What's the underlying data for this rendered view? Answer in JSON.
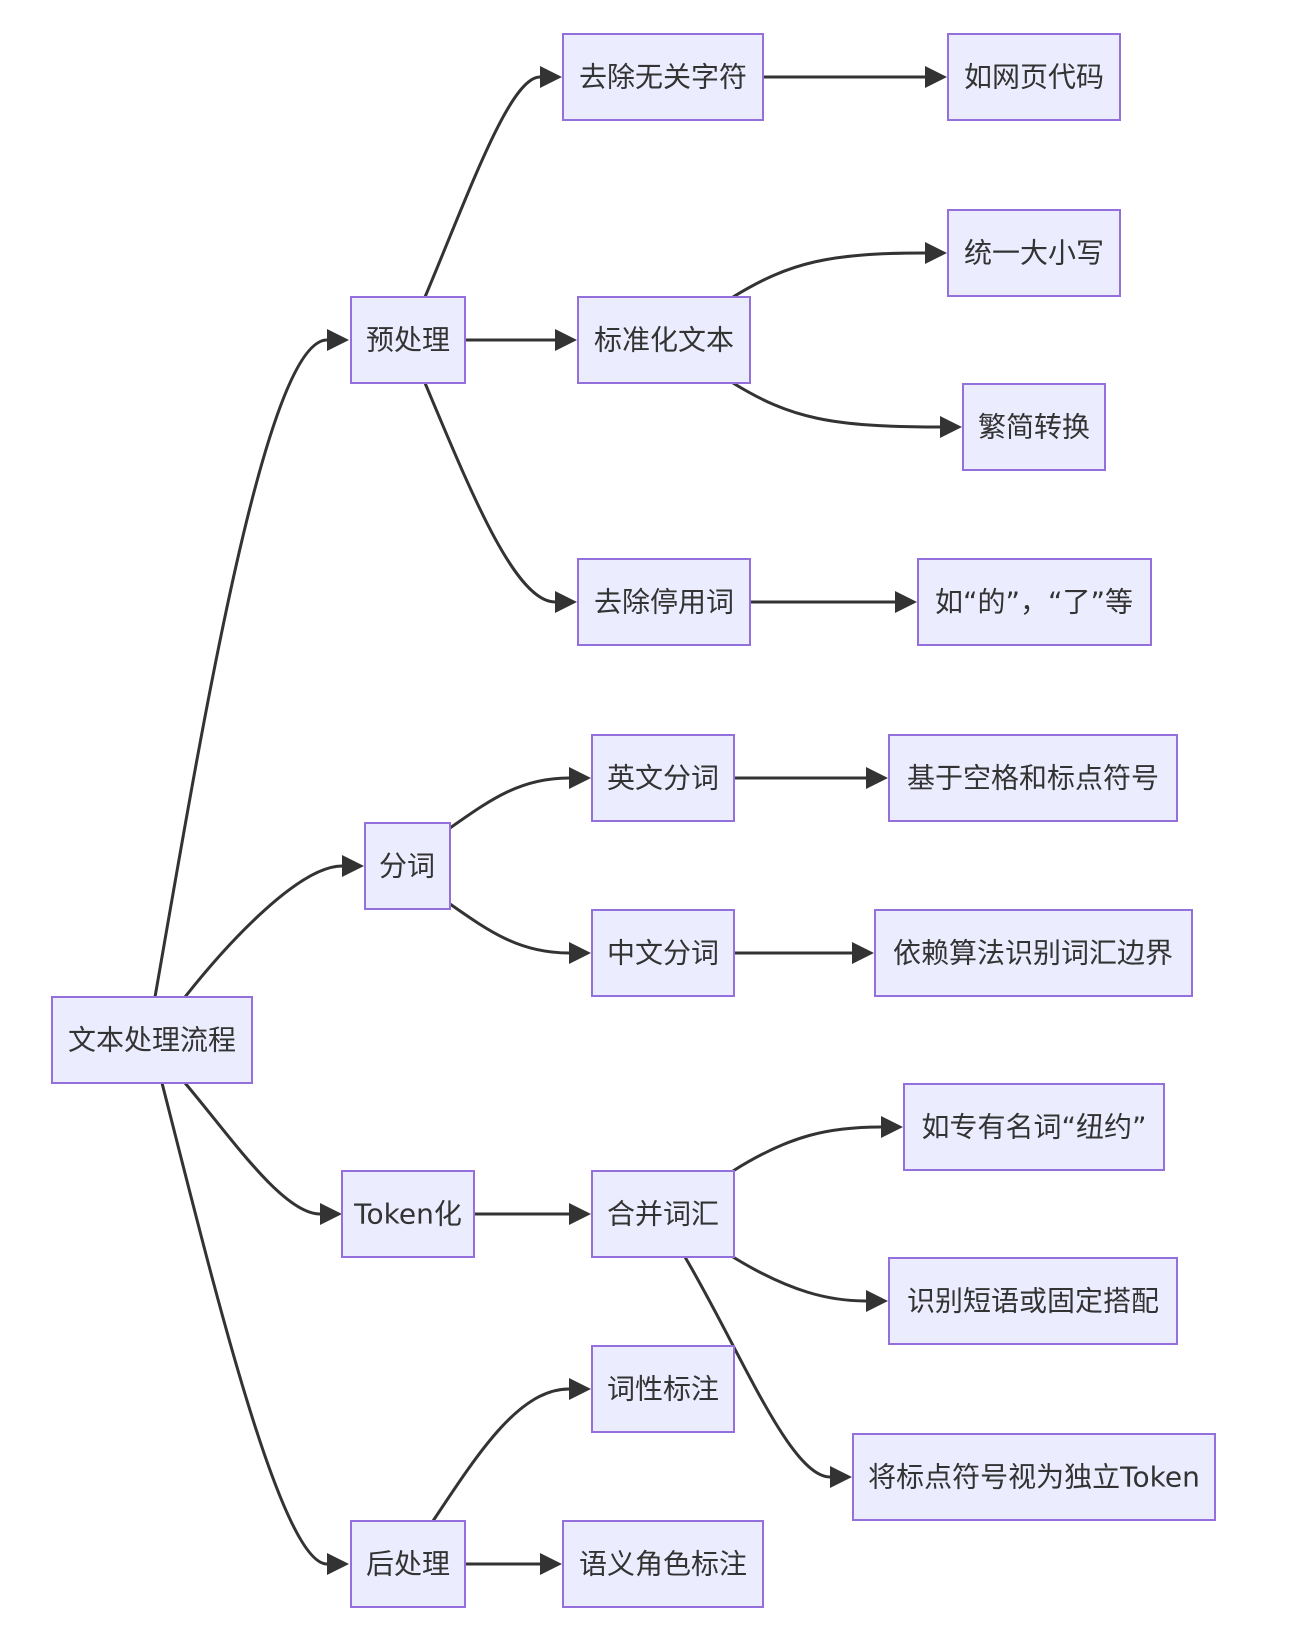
{
  "diagram": {
    "nodes": [
      {
        "id": "root",
        "label": "文本处理流程"
      },
      {
        "id": "pre",
        "label": "预处理"
      },
      {
        "id": "seg",
        "label": "分词"
      },
      {
        "id": "tok",
        "label": "Token化"
      },
      {
        "id": "post",
        "label": "后处理"
      },
      {
        "id": "rm",
        "label": "去除无关字符"
      },
      {
        "id": "std",
        "label": "标准化文本"
      },
      {
        "id": "stop",
        "label": "去除停用词"
      },
      {
        "id": "en",
        "label": "英文分词"
      },
      {
        "id": "zh",
        "label": "中文分词"
      },
      {
        "id": "merge",
        "label": "合并词汇"
      },
      {
        "id": "pos",
        "label": "词性标注"
      },
      {
        "id": "srl",
        "label": "语义角色标注"
      },
      {
        "id": "web",
        "label": "如网页代码"
      },
      {
        "id": "case",
        "label": "统一大小写"
      },
      {
        "id": "trad",
        "label": "繁简转换"
      },
      {
        "id": "de",
        "label": "如“的”，“了”等"
      },
      {
        "id": "space",
        "label": "基于空格和标点符号"
      },
      {
        "id": "algo",
        "label": "依赖算法识别词汇边界"
      },
      {
        "id": "ny",
        "label": "如专有名词“纽约”"
      },
      {
        "id": "phrase",
        "label": "识别短语或固定搭配"
      },
      {
        "id": "punct",
        "label": "将标点符号视为独立Token"
      }
    ],
    "edges": [
      {
        "from": "root",
        "to": "pre"
      },
      {
        "from": "root",
        "to": "seg"
      },
      {
        "from": "root",
        "to": "tok"
      },
      {
        "from": "root",
        "to": "post"
      },
      {
        "from": "pre",
        "to": "rm"
      },
      {
        "from": "pre",
        "to": "std"
      },
      {
        "from": "pre",
        "to": "stop"
      },
      {
        "from": "seg",
        "to": "en"
      },
      {
        "from": "seg",
        "to": "zh"
      },
      {
        "from": "tok",
        "to": "merge"
      },
      {
        "from": "post",
        "to": "pos"
      },
      {
        "from": "post",
        "to": "srl"
      },
      {
        "from": "rm",
        "to": "web"
      },
      {
        "from": "std",
        "to": "case"
      },
      {
        "from": "std",
        "to": "trad"
      },
      {
        "from": "stop",
        "to": "de"
      },
      {
        "from": "en",
        "to": "space"
      },
      {
        "from": "zh",
        "to": "algo"
      },
      {
        "from": "merge",
        "to": "ny"
      },
      {
        "from": "merge",
        "to": "phrase"
      },
      {
        "from": "merge",
        "to": "punct"
      }
    ]
  }
}
